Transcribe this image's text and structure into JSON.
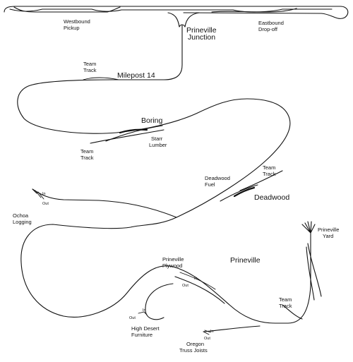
{
  "labels": {
    "westbound_pickup_1": "Westbound",
    "westbound_pickup_2": "Pickup",
    "prineville_junction_1": "Prineville",
    "prineville_junction_2": "Junction",
    "eastbound_dropoff_1": "Eastbound",
    "eastbound_dropoff_2": "Drop-off",
    "team_track_upper_1": "Team",
    "team_track_upper_2": "Track",
    "milepost": "Milepost 14",
    "boring": "Boring",
    "starr_lumber_1": "Starr",
    "starr_lumber_2": "Lumber",
    "team_track_boring_1": "Team",
    "team_track_boring_2": "Track",
    "deadwood_fuel_1": "Deadwood",
    "deadwood_fuel_2": "Fuel",
    "team_track_deadwood_1": "Team",
    "team_track_deadwood_2": "Track",
    "deadwood": "Deadwood",
    "ochoa_logging_1": "Ochoa",
    "ochoa_logging_2": "Logging",
    "prineville_yard_1": "Prineville",
    "prineville_yard_2": "Yard",
    "prineville": "Prineville",
    "prineville_plywood_1": "Prineville",
    "prineville_plywood_2": "Plywood",
    "team_track_prineville_1": "Team",
    "team_track_prineville_2": "Track",
    "high_desert_furniture_1": "High Desert",
    "high_desert_furniture_2": "Furniture",
    "oregon_truss_joists_1": "Oregon",
    "oregon_truss_joists_2": "Truss Joists",
    "in": "In",
    "out": "Out"
  }
}
